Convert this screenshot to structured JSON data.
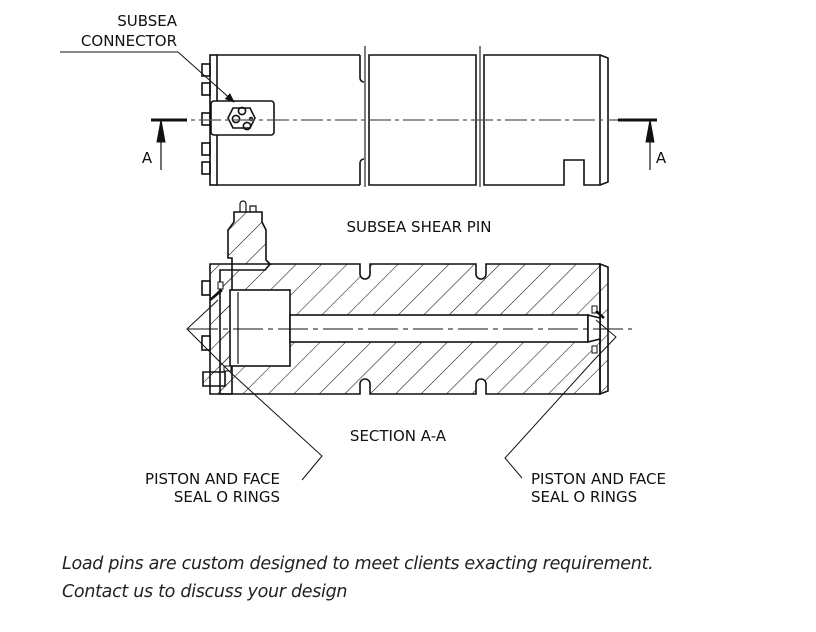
{
  "drawing": {
    "top_view": {
      "connector_label_line1": "SUBSEA",
      "connector_label_line2": "CONNECTOR",
      "section_marker_left": "A",
      "section_marker_right": "A"
    },
    "section_view": {
      "title": "SUBSEA SHEAR PIN",
      "section_label": "SECTION A-A",
      "left_callout_line1": "PISTON AND FACE",
      "left_callout_line2": "SEAL O RINGS",
      "right_callout_line1": "PISTON AND FACE",
      "right_callout_line2": "SEAL O RINGS"
    },
    "colors": {
      "line": "#111111",
      "centerline": "#555555",
      "background": "#ffffff"
    }
  },
  "caption": {
    "line1": "Load pins are custom designed to meet clients exacting requirement.",
    "line2": "Contact us to discuss your design"
  }
}
